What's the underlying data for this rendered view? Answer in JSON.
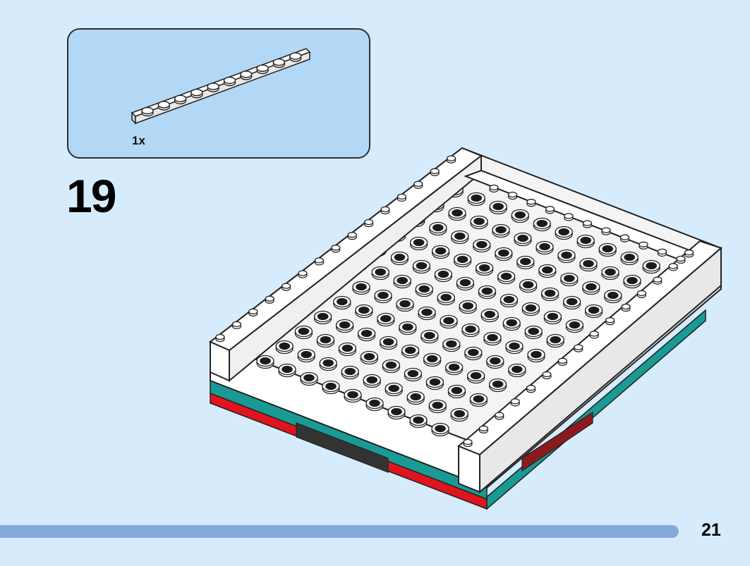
{
  "parts_callout": {
    "part_name": "1x10 plate",
    "part_color": "#ffffff",
    "quantity": "1x"
  },
  "step": {
    "number": "19"
  },
  "page": {
    "number": "21"
  },
  "colors": {
    "background": "#d6ecfc",
    "callout_fill": "#b3d8f5",
    "progress": "#86a9dc",
    "brick_white": "#ffffff",
    "brick_teal": "#1a9a94",
    "brick_red": "#e0141e",
    "brick_black": "#333333"
  }
}
